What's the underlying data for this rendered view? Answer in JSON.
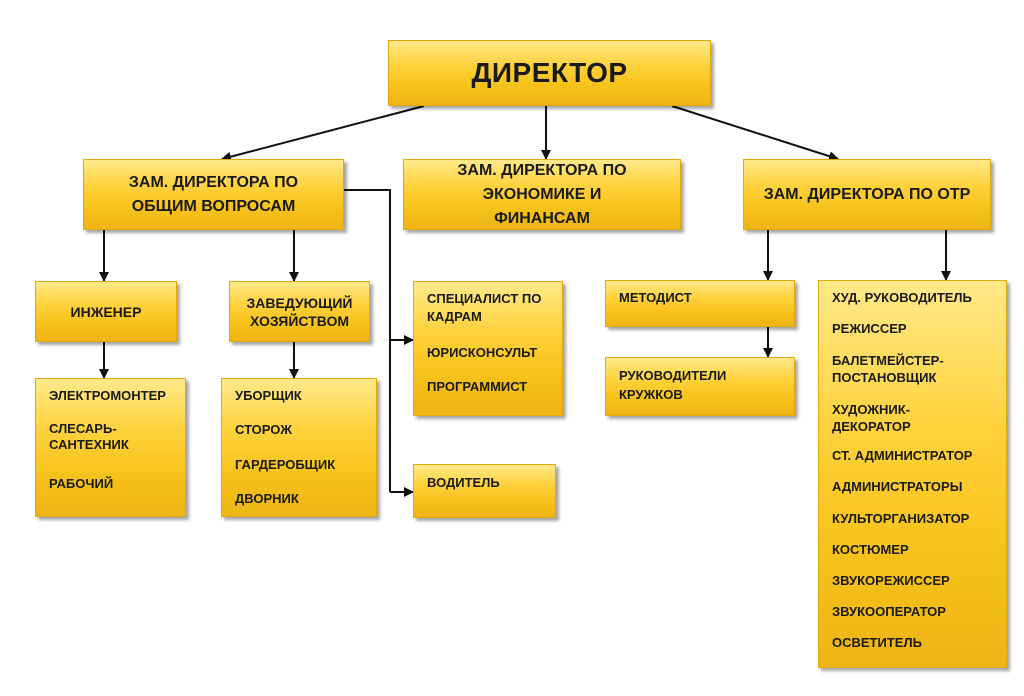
{
  "director": "ДИРЕКТОР",
  "deputies": {
    "general": "ЗАМ. ДИРЕКТОРА ПО ОБЩИМ ВОПРОСАМ",
    "economics": "ЗАМ. ДИРЕКТОРА ПО ЭКОНОМИКЕ И ФИНАНСАМ",
    "otr": "ЗАМ. ДИРЕКТОРА ПО ОТР"
  },
  "engineer": {
    "title": "ИНЖЕНЕР",
    "staff": [
      "ЭЛЕКТРОМОНТЕР",
      "СЛЕСАРЬ-САНТЕХНИК",
      "РАБОЧИЙ"
    ]
  },
  "housekeeping": {
    "title": "ЗАВЕДУЮЩИЙ ХОЗЯЙСТВОМ",
    "staff": [
      "УБОРЩИК",
      "СТОРОЖ",
      "ГАРДЕРОБЩИК",
      "ДВОРНИК"
    ]
  },
  "specialists": [
    "СПЕЦИАЛИСТ ПО КАДРАМ",
    "ЮРИСКОНСУЛЬТ",
    "ПРОГРАММИСТ"
  ],
  "driver": "ВОДИТЕЛЬ",
  "methodist": "МЕТОДИСТ",
  "club_leaders": "РУКОВОДИТЕЛИ КРУЖКОВ",
  "creative_staff": [
    "ХУД. РУКОВОДИТЕЛЬ",
    "РЕЖИССЕР",
    "БАЛЕТМЕЙСТЕР-ПОСТАНОВЩИК",
    "ХУДОЖНИК-ДЕКОРАТОР",
    "СТ. АДМИНИСТРАТОР",
    "АДМИНИСТРАТОРЫ",
    "КУЛЬТОРГАНИЗАТОР",
    "КОСТЮМЕР",
    "ЗВУКОРЕЖИССЕР",
    "ЗВУКООПЕРАТОР",
    "ОСВЕТИТЕЛЬ"
  ],
  "colors": {
    "box_top": "#ffe98a",
    "box_mid": "#ffd23c",
    "box_bottom": "#eeb515",
    "border": "#e0a90c",
    "line": "#111111"
  }
}
